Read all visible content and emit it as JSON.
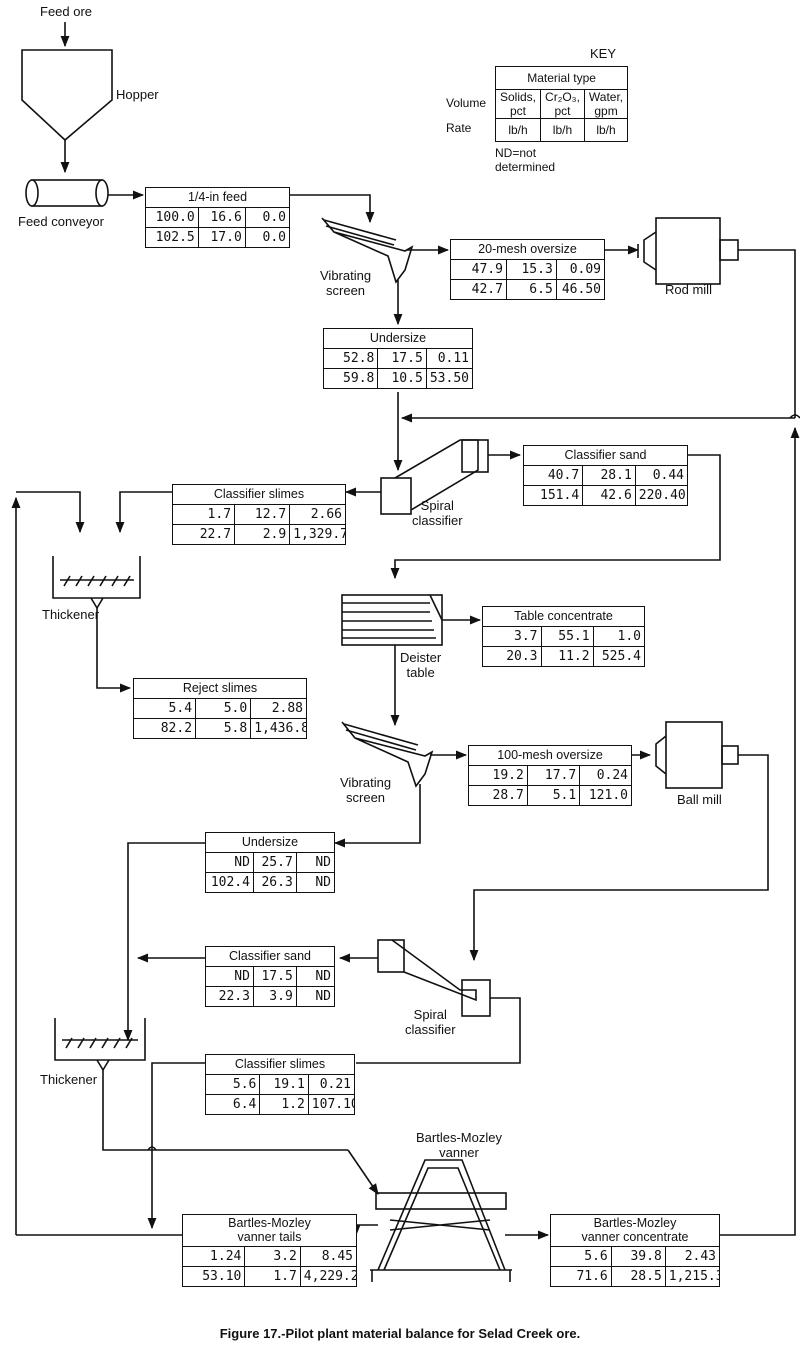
{
  "labels": {
    "feed_ore": "Feed ore",
    "hopper": "Hopper",
    "feed_conveyor": "Feed conveyor",
    "vibrating_screen_1": "Vibrating\nscreen",
    "rod_mill": "Rod mill",
    "spiral_classifier_1": "Spiral\nclassifier",
    "thickener_1": "Thickener",
    "deister_table": "Deister\ntable",
    "vibrating_screen_2": "Vibrating\nscreen",
    "ball_mill": "Ball mill",
    "spiral_classifier_2": "Spiral\nclassifier",
    "thickener_2": "Thickener",
    "vanner": "Bartles-Mozley\nvanner"
  },
  "key": {
    "title": "KEY",
    "header": "Material type",
    "volume": "Volume",
    "rate": "Rate",
    "cols": [
      "Solids, pct",
      "Cr₂O₃, pct",
      "Water, gpm"
    ],
    "units": [
      "lb/h",
      "lb/h",
      "lb/h"
    ],
    "note": "ND=not determined"
  },
  "boxes": {
    "feed": {
      "title": "1/4-in feed",
      "rows": [
        [
          "100.0",
          "16.6",
          "0.0"
        ],
        [
          "102.5",
          "17.0",
          "0.0"
        ]
      ]
    },
    "oversize20": {
      "title": "20-mesh oversize",
      "rows": [
        [
          "47.9",
          "15.3",
          "0.09"
        ],
        [
          "42.7",
          "6.5",
          "46.50"
        ]
      ]
    },
    "undersize1": {
      "title": "Undersize",
      "rows": [
        [
          "52.8",
          "17.5",
          "0.11"
        ],
        [
          "59.8",
          "10.5",
          "53.50"
        ]
      ]
    },
    "classifier_sand1": {
      "title": "Classifier sand",
      "rows": [
        [
          "40.7",
          "28.1",
          "0.44"
        ],
        [
          "151.4",
          "42.6",
          "220.40"
        ]
      ]
    },
    "classifier_slimes1": {
      "title": "Classifier slimes",
      "rows": [
        [
          "1.7",
          "12.7",
          "2.66"
        ],
        [
          "22.7",
          "2.9",
          "1,329.70"
        ]
      ]
    },
    "table_conc": {
      "title": "Table concentrate",
      "rows": [
        [
          "3.7",
          "55.1",
          "1.0"
        ],
        [
          "20.3",
          "11.2",
          "525.4"
        ]
      ]
    },
    "reject_slimes": {
      "title": "Reject slimes",
      "rows": [
        [
          "5.4",
          "5.0",
          "2.88"
        ],
        [
          "82.2",
          "5.8",
          "1,436.80"
        ]
      ]
    },
    "oversize100": {
      "title": "100-mesh oversize",
      "rows": [
        [
          "19.2",
          "17.7",
          "0.24"
        ],
        [
          "28.7",
          "5.1",
          "121.0"
        ]
      ]
    },
    "undersize2": {
      "title": "Undersize",
      "rows": [
        [
          "ND",
          "25.7",
          "ND"
        ],
        [
          "102.4",
          "26.3",
          "ND"
        ]
      ]
    },
    "classifier_sand2": {
      "title": "Classifier sand",
      "rows": [
        [
          "ND",
          "17.5",
          "ND"
        ],
        [
          "22.3",
          "3.9",
          "ND"
        ]
      ]
    },
    "classifier_slimes2": {
      "title": "Classifier slimes",
      "rows": [
        [
          "5.6",
          "19.1",
          "0.21"
        ],
        [
          "6.4",
          "1.2",
          "107.10"
        ]
      ]
    },
    "vanner_tails": {
      "title": "Bartles-Mozley\nvanner tails",
      "rows": [
        [
          "1.24",
          "3.2",
          "8.45"
        ],
        [
          "53.10",
          "1.7",
          "4,229.20"
        ]
      ]
    },
    "vanner_conc": {
      "title": "Bartles-Mozley\nvanner concentrate",
      "rows": [
        [
          "5.6",
          "39.8",
          "2.43"
        ],
        [
          "71.6",
          "28.5",
          "1,215.30"
        ]
      ]
    }
  },
  "caption": "Figure 17.-Pilot plant material balance for Selad Creek ore."
}
